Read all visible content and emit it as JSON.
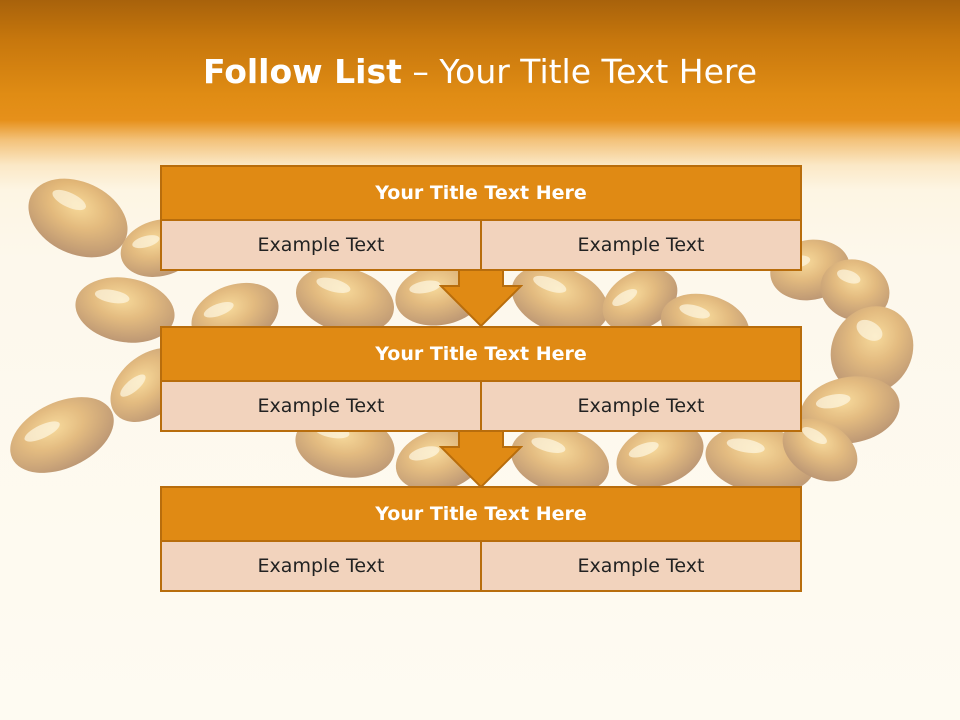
{
  "slide": {
    "title_bold": "Follow List",
    "title_rest": " – Your Title Text Here",
    "colors": {
      "accent": "#e08a14",
      "border": "#b86d0c",
      "cell_fill": "#f2d3bd"
    }
  },
  "steps": [
    {
      "title": "Your Title Text Here",
      "left": "Example Text",
      "right": "Example Text"
    },
    {
      "title": "Your Title Text Here",
      "left": "Example Text",
      "right": "Example Text"
    },
    {
      "title": "Your Title Text Here",
      "left": "Example Text",
      "right": "Example Text"
    }
  ],
  "icons": {
    "connector": "down-arrow-icon"
  }
}
